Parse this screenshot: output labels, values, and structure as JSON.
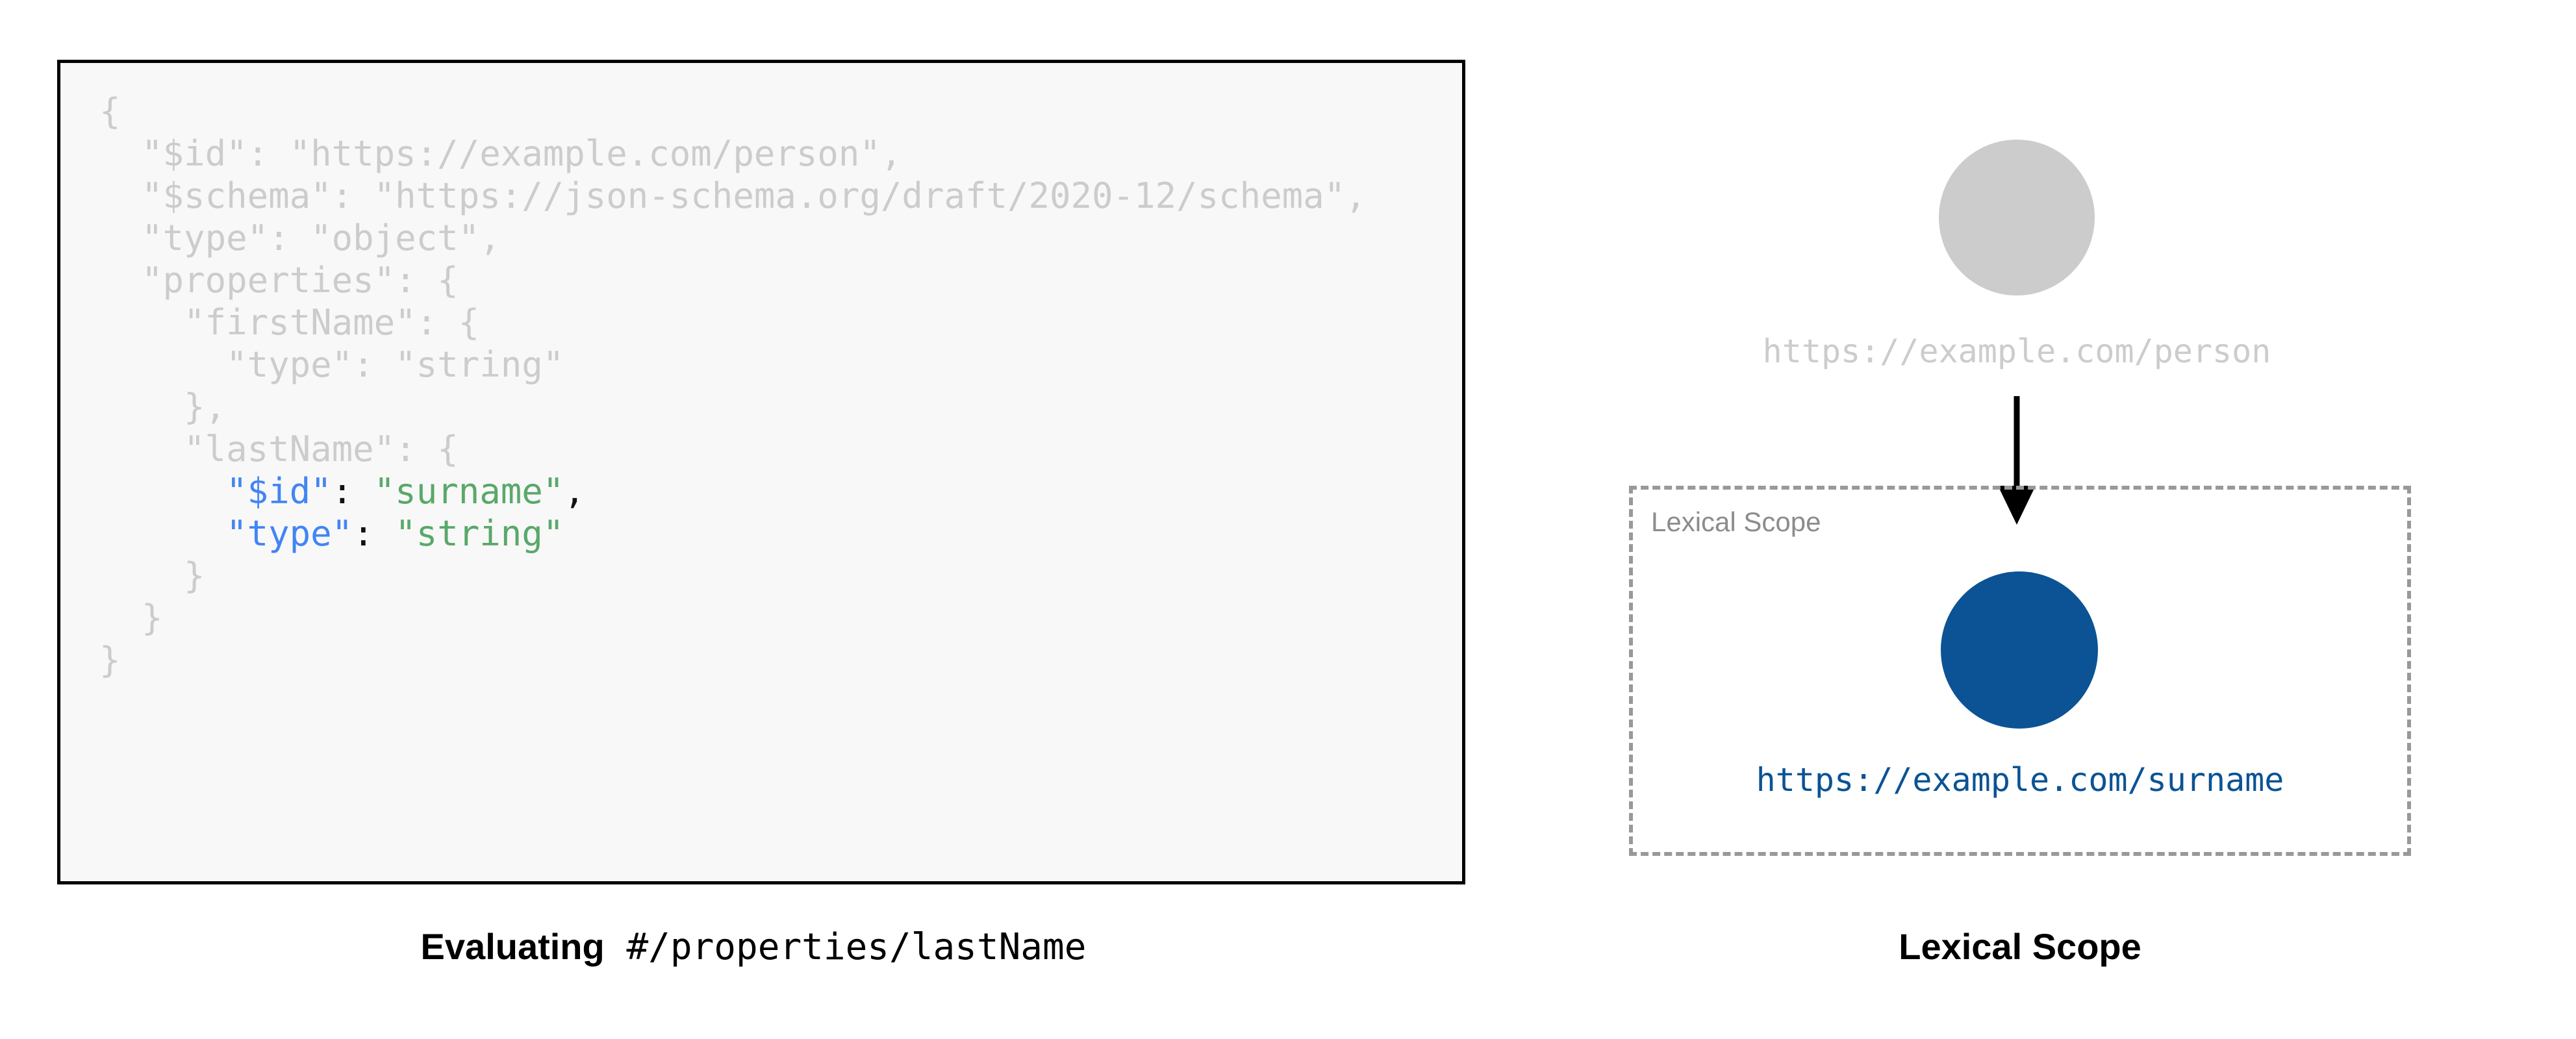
{
  "code_panel": {
    "background_color": "#f8f8f8",
    "border_color": "#000000",
    "dim_color": "#cccccc",
    "key_color": "#4285f4",
    "string_color": "#5aa86a",
    "punct_color": "#111111",
    "lines": [
      {
        "indent": 0,
        "segments": [
          {
            "text": "{",
            "style": "dim"
          }
        ]
      },
      {
        "indent": 1,
        "segments": [
          {
            "text": "\"$id\": \"https://example.com/person\",",
            "style": "dim"
          }
        ]
      },
      {
        "indent": 1,
        "segments": [
          {
            "text": "\"$schema\": \"https://json-schema.org/draft/2020-12/schema\",",
            "style": "dim"
          }
        ]
      },
      {
        "indent": 1,
        "segments": [
          {
            "text": "\"type\": \"object\",",
            "style": "dim"
          }
        ]
      },
      {
        "indent": 1,
        "segments": [
          {
            "text": "\"properties\": {",
            "style": "dim"
          }
        ]
      },
      {
        "indent": 2,
        "segments": [
          {
            "text": "\"firstName\": {",
            "style": "dim"
          }
        ]
      },
      {
        "indent": 3,
        "segments": [
          {
            "text": "\"type\": \"string\"",
            "style": "dim"
          }
        ]
      },
      {
        "indent": 2,
        "segments": [
          {
            "text": "},",
            "style": "dim"
          }
        ]
      },
      {
        "indent": 2,
        "segments": [
          {
            "text": "\"lastName\": {",
            "style": "dim"
          }
        ]
      },
      {
        "indent": 3,
        "segments": [
          {
            "text": "\"$id\"",
            "style": "key"
          },
          {
            "text": ": ",
            "style": "punct"
          },
          {
            "text": "\"surname\"",
            "style": "str"
          },
          {
            "text": ",",
            "style": "punct"
          }
        ]
      },
      {
        "indent": 3,
        "segments": [
          {
            "text": "\"type\"",
            "style": "key"
          },
          {
            "text": ": ",
            "style": "punct"
          },
          {
            "text": "\"string\"",
            "style": "str"
          }
        ]
      },
      {
        "indent": 2,
        "segments": [
          {
            "text": "}",
            "style": "dim"
          }
        ]
      },
      {
        "indent": 1,
        "segments": [
          {
            "text": "}",
            "style": "dim"
          }
        ]
      },
      {
        "indent": 0,
        "segments": [
          {
            "text": "}",
            "style": "dim"
          }
        ]
      }
    ]
  },
  "left_caption": {
    "bold_text": "Evaluating",
    "mono_text": "#/properties/lastName"
  },
  "diagram": {
    "outer_node": {
      "label": "https://example.com/person",
      "color": "#cccccc"
    },
    "arrow": {
      "color": "#000000"
    },
    "lexical_scope": {
      "label": "Lexical Scope",
      "border_color": "#999999",
      "label_color": "#8c8c8c"
    },
    "inner_node": {
      "label": "https://example.com/surname",
      "color": "#0b5394"
    }
  },
  "right_caption": {
    "text": "Lexical Scope"
  }
}
